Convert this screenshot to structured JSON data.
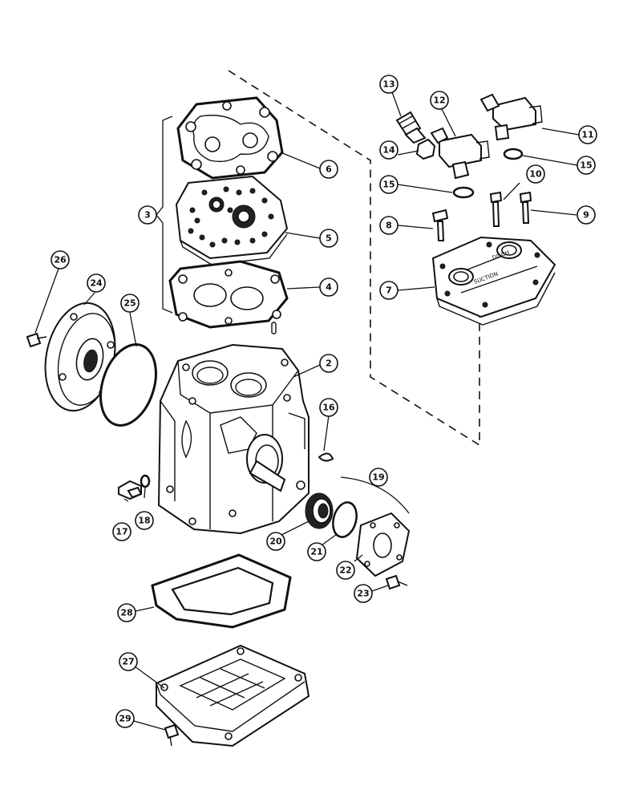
{
  "callouts": [
    {
      "id": "c2",
      "label": "2"
    },
    {
      "id": "c3",
      "label": "3"
    },
    {
      "id": "c4",
      "label": "4"
    },
    {
      "id": "c5",
      "label": "5"
    },
    {
      "id": "c6",
      "label": "6"
    },
    {
      "id": "c7",
      "label": "7"
    },
    {
      "id": "c8",
      "label": "8"
    },
    {
      "id": "c9",
      "label": "9"
    },
    {
      "id": "c10",
      "label": "10"
    },
    {
      "id": "c11",
      "label": "11"
    },
    {
      "id": "c12",
      "label": "12"
    },
    {
      "id": "c13",
      "label": "13"
    },
    {
      "id": "c14",
      "label": "14"
    },
    {
      "id": "c15a",
      "label": "15"
    },
    {
      "id": "c15b",
      "label": "15"
    },
    {
      "id": "c16",
      "label": "16"
    },
    {
      "id": "c17",
      "label": "17"
    },
    {
      "id": "c18",
      "label": "18"
    },
    {
      "id": "c19",
      "label": "19"
    },
    {
      "id": "c20",
      "label": "20"
    },
    {
      "id": "c21",
      "label": "21"
    },
    {
      "id": "c22",
      "label": "22"
    },
    {
      "id": "c23",
      "label": "23"
    },
    {
      "id": "c24",
      "label": "24"
    },
    {
      "id": "c25",
      "label": "25"
    },
    {
      "id": "c26",
      "label": "26"
    },
    {
      "id": "c27",
      "label": "27"
    },
    {
      "id": "c28",
      "label": "28"
    },
    {
      "id": "c29",
      "label": "29"
    }
  ],
  "head_stamps": {
    "suction": "SUCTION",
    "discharge": "DISCH"
  }
}
